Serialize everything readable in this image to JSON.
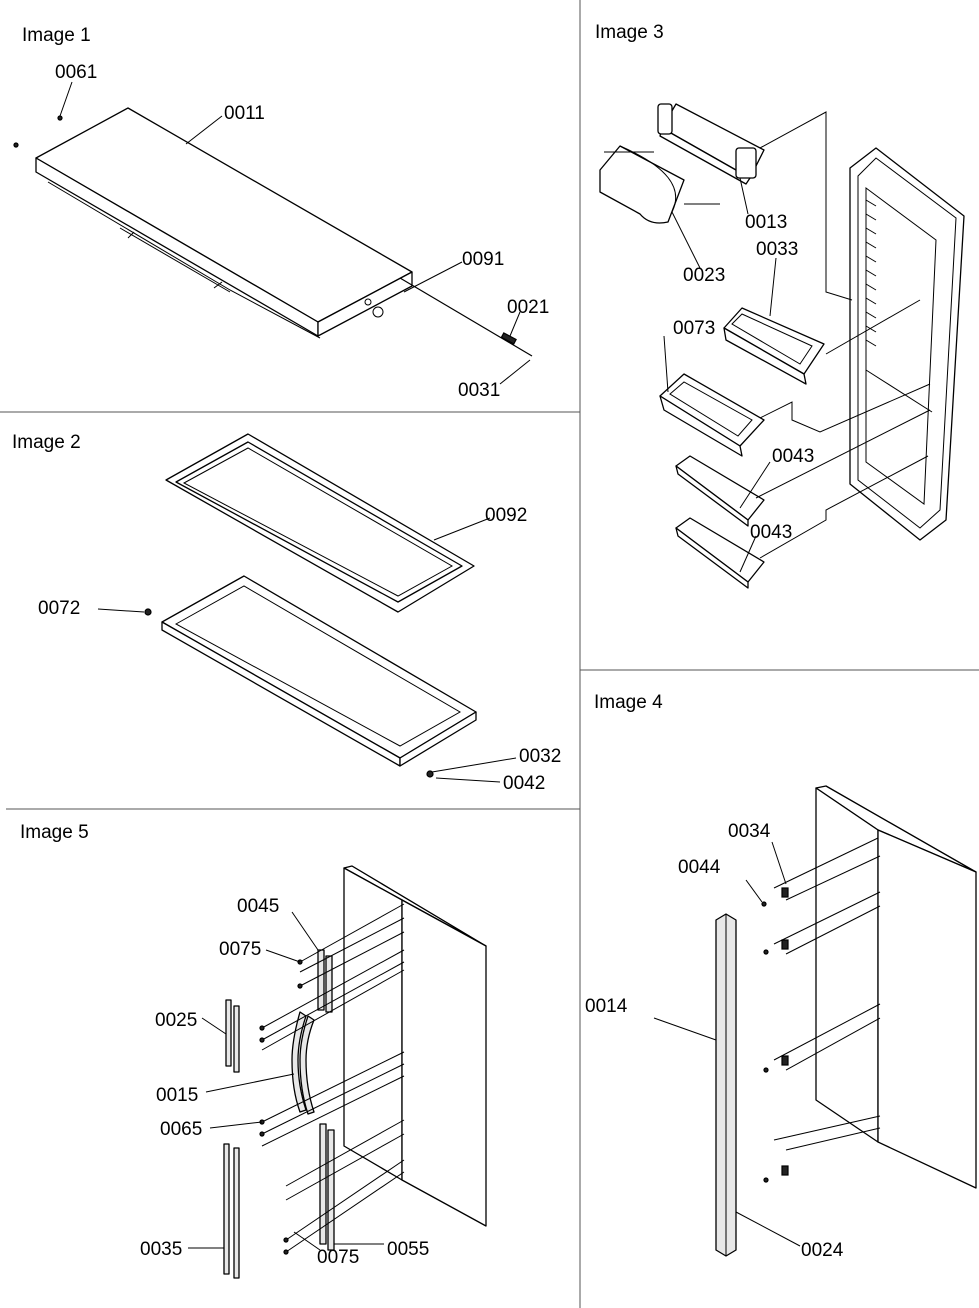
{
  "panels": {
    "image1": {
      "title": "Image 1",
      "callouts": {
        "c0061": "0061",
        "c0011": "0011",
        "c0091": "0091",
        "c0021": "0021",
        "c0031": "0031"
      }
    },
    "image2": {
      "title": "Image 2",
      "callouts": {
        "c0092": "0092",
        "c0072": "0072",
        "c0032": "0032",
        "c0042": "0042"
      }
    },
    "image3": {
      "title": "Image 3",
      "callouts": {
        "c0013": "0013",
        "c0023": "0023",
        "c0033": "0033",
        "c0073": "0073",
        "c0043a": "0043",
        "c0043b": "0043"
      }
    },
    "image4": {
      "title": "Image 4",
      "callouts": {
        "c0034": "0034",
        "c0044": "0044",
        "c0014": "0014",
        "c0024": "0024"
      }
    },
    "image5": {
      "title": "Image 5",
      "callouts": {
        "c0045": "0045",
        "c0075a": "0075",
        "c0025": "0025",
        "c0015": "0015",
        "c0065": "0065",
        "c0035": "0035",
        "c0075b": "0075",
        "c0055": "0055"
      }
    }
  }
}
